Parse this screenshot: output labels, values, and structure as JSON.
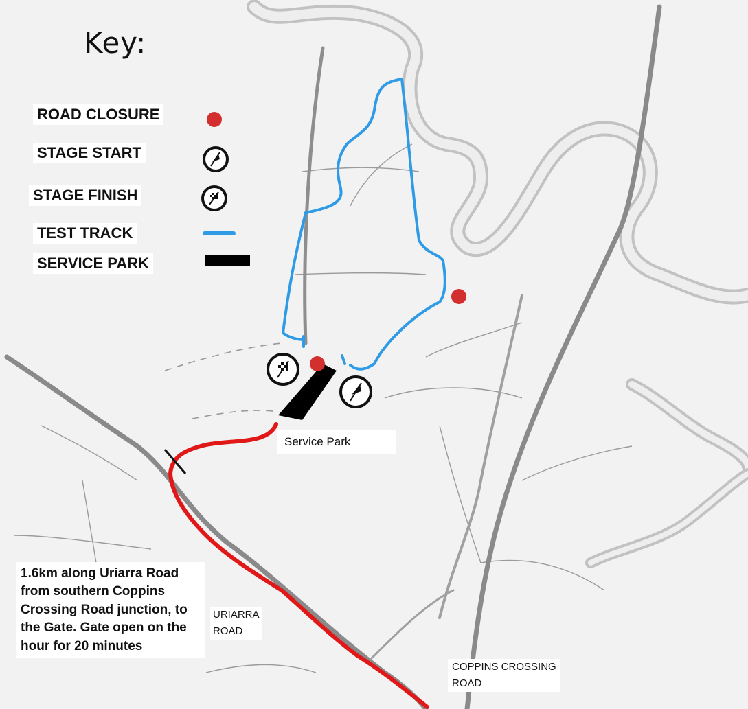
{
  "key": {
    "title": "Key:",
    "items": [
      {
        "label": "ROAD CLOSURE",
        "symbol": "red-dot-icon"
      },
      {
        "label": "STAGE START",
        "symbol": "stage-start-icon"
      },
      {
        "label": "STAGE FINISH",
        "symbol": "chequered-flag-icon"
      },
      {
        "label": "TEST TRACK",
        "symbol": "blue-line-icon"
      },
      {
        "label": "SERVICE PARK",
        "symbol": "black-bar-icon"
      }
    ]
  },
  "labels": {
    "service_park": "Service Park",
    "uriarra_road_1": "URIARRA",
    "uriarra_road_2": "ROAD",
    "coppins_road_1": "COPPINS CROSSING",
    "coppins_road_2": "ROAD",
    "note": "1.6km along Uriarra Road from southern Coppins Crossing Road junction, to the Gate.  Gate open on the hour for 20 minutes"
  },
  "colors": {
    "road_closure": "#d32f2f",
    "test_track": "#2f9be6",
    "route": "#e01818",
    "service_park": "#000000",
    "river": "#c8c8c8",
    "road": "#8a8a8a"
  }
}
